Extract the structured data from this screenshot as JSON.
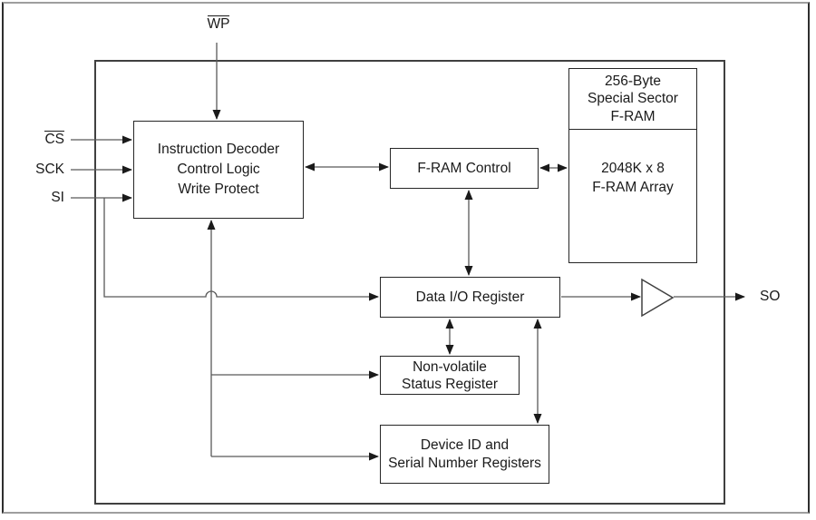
{
  "pins": {
    "wp": {
      "label": "WP",
      "overline": true
    },
    "cs": {
      "label": "CS",
      "overline": true
    },
    "sck": {
      "label": "SCK"
    },
    "si": {
      "label": "SI"
    },
    "so": {
      "label": "SO"
    }
  },
  "blocks": {
    "decoder": {
      "lines": [
        "Instruction Decoder",
        "Control Logic",
        "Write Protect"
      ]
    },
    "fram_control": {
      "label": "F-RAM Control"
    },
    "special_sector": {
      "lines": [
        "256-Byte",
        "Special Sector",
        "F-RAM"
      ]
    },
    "fram_array": {
      "lines": [
        "2048K x 8",
        "F-RAM Array"
      ]
    },
    "data_io": {
      "label": "Data I/O Register"
    },
    "status_register": {
      "lines": [
        "Non-volatile",
        "Status Register"
      ]
    },
    "device_id": {
      "lines": [
        "Device ID and",
        "Serial Number Registers"
      ]
    }
  },
  "colors": {
    "wire": "#595959",
    "arrowhead": "#1a1a1a",
    "box_border": "#262626",
    "chip_border": "#404040",
    "text": "#1a1a1a",
    "background": "#ffffff"
  }
}
